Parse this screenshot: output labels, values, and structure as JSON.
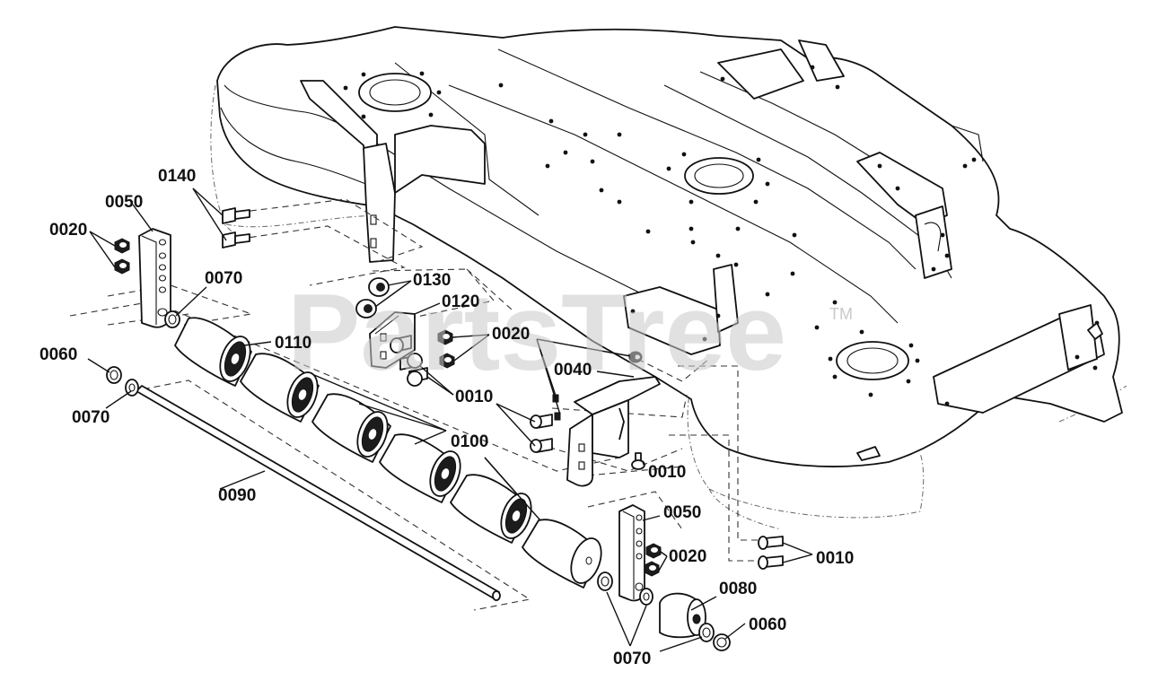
{
  "watermark": {
    "text": "PartsTree",
    "trademark": "TM"
  },
  "callouts": {
    "c0140": "0140",
    "c0050_top": "0050",
    "c0020_left": "0020",
    "c0070_top": "0070",
    "c0130": "0130",
    "c0120": "0120",
    "c0110": "0110",
    "c0020_mid": "0020",
    "c0060_left": "0060",
    "c0070_left": "0070",
    "c0040": "0040",
    "c0010_mid": "0010",
    "c0100": "0100",
    "c0010_right": "0010",
    "c0090": "0090",
    "c0050_bottom": "0050",
    "c0020_bottom": "0020",
    "c0010_bottom": "0010",
    "c0080": "0080",
    "c0060_bottom": "0060",
    "c0070_bottom": "0070"
  }
}
